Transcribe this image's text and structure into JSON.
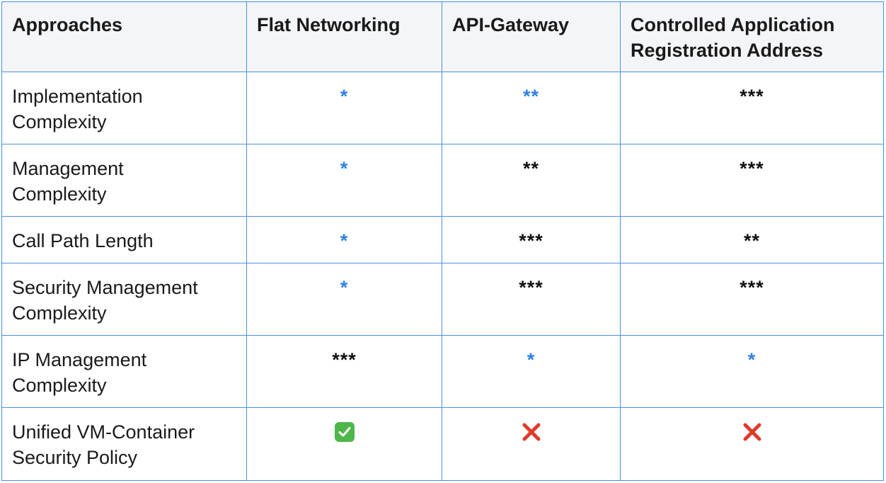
{
  "header": {
    "col0": "Approaches",
    "col1": "Flat Networking",
    "col2": "API-Gateway",
    "col3_line1": "Controlled Application",
    "col3_line2": "Registration Address"
  },
  "rows": [
    {
      "label_line1": "Implementation",
      "label_line2": "Complexity",
      "flat": "*",
      "api": "**",
      "controlled": "***"
    },
    {
      "label_line1": "Management",
      "label_line2": "Complexity",
      "flat": "*",
      "api": "**",
      "controlled": "***"
    },
    {
      "label_line1": "Call Path Length",
      "label_line2": "",
      "flat": "*",
      "api": "***",
      "controlled": "**"
    },
    {
      "label_line1": "Security Management",
      "label_line2": "Complexity",
      "flat": "*",
      "api": "***",
      "controlled": "***"
    },
    {
      "label_line1": "IP Management",
      "label_line2": "Complexity",
      "flat": "***",
      "api": "*",
      "controlled": "*"
    },
    {
      "label_line1": "Unified VM-Container",
      "label_line2": "Security Policy",
      "flat": "check-icon",
      "api": "cross-icon",
      "controlled": "cross-icon"
    }
  ],
  "colors": {
    "border": "#4a8fe0",
    "header_bg": "#f4f5f7",
    "highlight_star": "#2f80e6",
    "check": "#4fb74a",
    "cross": "#e03a2b"
  }
}
